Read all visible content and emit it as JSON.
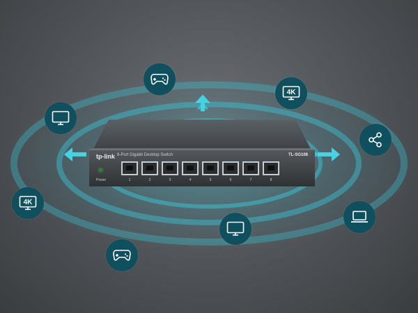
{
  "product": {
    "brand": "tp-link",
    "description": "8-Port Gigabit Desktop Switch",
    "model": "TL-SG108",
    "power_label": "Power",
    "ports": [
      "1",
      "2",
      "3",
      "4",
      "5",
      "6",
      "7",
      "8"
    ]
  },
  "badges": {
    "label_4k": "4K"
  },
  "colors": {
    "background": "#4f5357",
    "ring_glow": "#2fd6e6",
    "badge": "#0f4f5e",
    "arrow": "#45d3e3",
    "switch_body": "#3f4347"
  },
  "icons": [
    "gamepad-icon",
    "monitor-icon",
    "4k-display-icon",
    "share-icon",
    "laptop-icon",
    "gamepad-icon",
    "monitor-icon",
    "4k-display-icon"
  ]
}
